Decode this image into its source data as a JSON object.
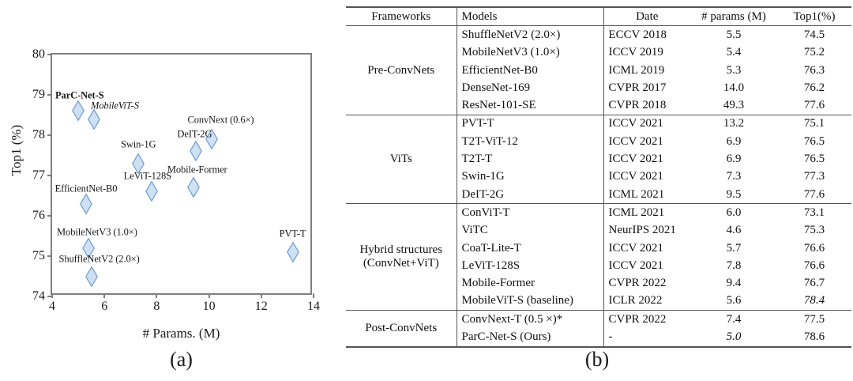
{
  "figure": {
    "caption_a": "(a)",
    "caption_b": "(b)"
  },
  "chart_data": {
    "type": "scatter",
    "title": "",
    "xlabel": "# Params. (M)",
    "ylabel": "Top1 (%)",
    "xlim": [
      4,
      14
    ],
    "ylim": [
      74,
      80
    ],
    "xticks": [
      "4",
      "6",
      "8",
      "10",
      "12",
      "14"
    ],
    "yticks": [
      "74",
      "75",
      "76",
      "77",
      "78",
      "79",
      "80"
    ],
    "grid": false,
    "legend": "none",
    "marker": {
      "shape": "diamond",
      "fill": "#cfe0f3",
      "stroke": "#6a9bd1"
    },
    "points": [
      {
        "label": "ParC-Net-S",
        "x": 5.0,
        "y": 78.6,
        "style": "bold",
        "label_x": 5.05,
        "label_y": 78.98
      },
      {
        "label": "MobileViT-S",
        "x": 5.6,
        "y": 78.4,
        "style": "italic",
        "label_x": 6.4,
        "label_y": 78.72
      },
      {
        "label": "ConvNext (0.6×)",
        "x": 10.1,
        "y": 77.9,
        "style": "normal",
        "label_x": 10.45,
        "label_y": 78.38
      },
      {
        "label": "DeIT-2G",
        "x": 9.5,
        "y": 77.6,
        "style": "normal",
        "label_x": 9.45,
        "label_y": 78.02
      },
      {
        "label": "Swin-1G",
        "x": 7.3,
        "y": 77.3,
        "style": "normal",
        "label_x": 7.3,
        "label_y": 77.76
      },
      {
        "label": "Mobile-Former",
        "x": 9.4,
        "y": 76.7,
        "style": "normal",
        "label_x": 9.55,
        "label_y": 77.13
      },
      {
        "label": "LeViT-128S",
        "x": 7.8,
        "y": 76.6,
        "style": "normal",
        "label_x": 7.65,
        "label_y": 76.98
      },
      {
        "label": "EfficientNet-B0",
        "x": 5.3,
        "y": 76.3,
        "style": "normal",
        "label_x": 5.3,
        "label_y": 76.66
      },
      {
        "label": "MobileNetV3 (1.0×)",
        "x": 5.4,
        "y": 75.2,
        "style": "normal",
        "label_x": 5.72,
        "label_y": 75.59
      },
      {
        "label": "ShuffleNetV2 (2.0×)",
        "x": 5.5,
        "y": 74.5,
        "style": "normal",
        "label_x": 5.8,
        "label_y": 74.92
      },
      {
        "label": "PVT-T",
        "x": 13.2,
        "y": 75.1,
        "style": "normal",
        "label_x": 13.2,
        "label_y": 75.55
      }
    ]
  },
  "table": {
    "headers": {
      "frameworks": "Frameworks",
      "models": "Models",
      "date": "Date",
      "params": "# params (M)",
      "top1": "Top1(%)"
    },
    "groups": [
      {
        "name": "Pre-ConvNets",
        "rows": [
          {
            "model": "ShuffleNetV2 (2.0×)",
            "date": "ECCV 2018",
            "params": "5.5",
            "top1": "74.5",
            "model_style": "normal",
            "params_style": "normal",
            "top1_style": "normal"
          },
          {
            "model": "MobileNetV3 (1.0×)",
            "date": "ICCV 2019",
            "params": "5.4",
            "top1": "75.2",
            "model_style": "normal",
            "params_style": "normal",
            "top1_style": "normal"
          },
          {
            "model": "EfficientNet-B0",
            "date": "ICML 2019",
            "params": "5.3",
            "top1": "76.3",
            "model_style": "normal",
            "params_style": "normal",
            "top1_style": "normal"
          },
          {
            "model": "DenseNet-169",
            "date": "CVPR 2017",
            "params": "14.0",
            "top1": "76.2",
            "model_style": "normal",
            "params_style": "normal",
            "top1_style": "normal"
          },
          {
            "model": "ResNet-101-SE",
            "date": "CVPR 2018",
            "params": "49.3",
            "top1": "77.6",
            "model_style": "normal",
            "params_style": "normal",
            "top1_style": "normal"
          }
        ]
      },
      {
        "name": "ViTs",
        "rows": [
          {
            "model": "PVT-T",
            "date": "ICCV 2021",
            "params": "13.2",
            "top1": "75.1",
            "model_style": "normal",
            "params_style": "normal",
            "top1_style": "normal"
          },
          {
            "model": "T2T-ViT-12",
            "date": "ICCV 2021",
            "params": "6.9",
            "top1": "76.5",
            "model_style": "normal",
            "params_style": "normal",
            "top1_style": "normal"
          },
          {
            "model": "T2T-T",
            "date": "ICCV 2021",
            "params": "6.9",
            "top1": "76.5",
            "model_style": "normal",
            "params_style": "normal",
            "top1_style": "normal"
          },
          {
            "model": "Swin-1G",
            "date": "ICCV 2021",
            "params": "7.3",
            "top1": "77.3",
            "model_style": "normal",
            "params_style": "normal",
            "top1_style": "normal"
          },
          {
            "model": "DeIT-2G",
            "date": "ICML 2021",
            "params": "9.5",
            "top1": "77.6",
            "model_style": "normal",
            "params_style": "normal",
            "top1_style": "normal"
          }
        ]
      },
      {
        "name": "Hybrid structures\n(ConvNet+ViT)",
        "name_line1": "Hybrid structures",
        "name_line2": "(ConvNet+ViT)",
        "rows": [
          {
            "model": "ConViT-T",
            "date": "ICML 2021",
            "params": "6.0",
            "top1": "73.1",
            "model_style": "normal",
            "params_style": "normal",
            "top1_style": "normal"
          },
          {
            "model": "ViTC",
            "date": "NeurIPS 2021",
            "params": "4.6",
            "top1": "75.3",
            "model_style": "normal",
            "params_style": "bold",
            "top1_style": "normal"
          },
          {
            "model": "CoaT-Lite-T",
            "date": "ICCV 2021",
            "params": "5.7",
            "top1": "76.6",
            "model_style": "normal",
            "params_style": "normal",
            "top1_style": "normal"
          },
          {
            "model": "LeViT-128S",
            "date": "ICCV 2021",
            "params": "7.8",
            "top1": "76.6",
            "model_style": "normal",
            "params_style": "normal",
            "top1_style": "normal"
          },
          {
            "model": "Mobile-Former",
            "date": "CVPR 2022",
            "params": "9.4",
            "top1": "76.7",
            "model_style": "normal",
            "params_style": "normal",
            "top1_style": "normal"
          },
          {
            "model": "MobileViT-S (baseline)",
            "date": "ICLR 2022",
            "params": "5.6",
            "top1": "78.4",
            "model_style": "normal",
            "params_style": "normal",
            "top1_style": "italic"
          }
        ]
      },
      {
        "name": "Post-ConvNets",
        "rows": [
          {
            "model": "ConvNext-T (0.5 ×)*",
            "date": "CVPR 2022",
            "params": "7.4",
            "top1": "77.5",
            "model_style": "normal",
            "params_style": "normal",
            "top1_style": "normal"
          },
          {
            "model": "ParC-Net-S  (Ours)",
            "date": "-",
            "params": "5.0",
            "top1": "78.6",
            "model_style": "normal",
            "params_style": "italic",
            "top1_style": "bold"
          }
        ]
      }
    ]
  }
}
